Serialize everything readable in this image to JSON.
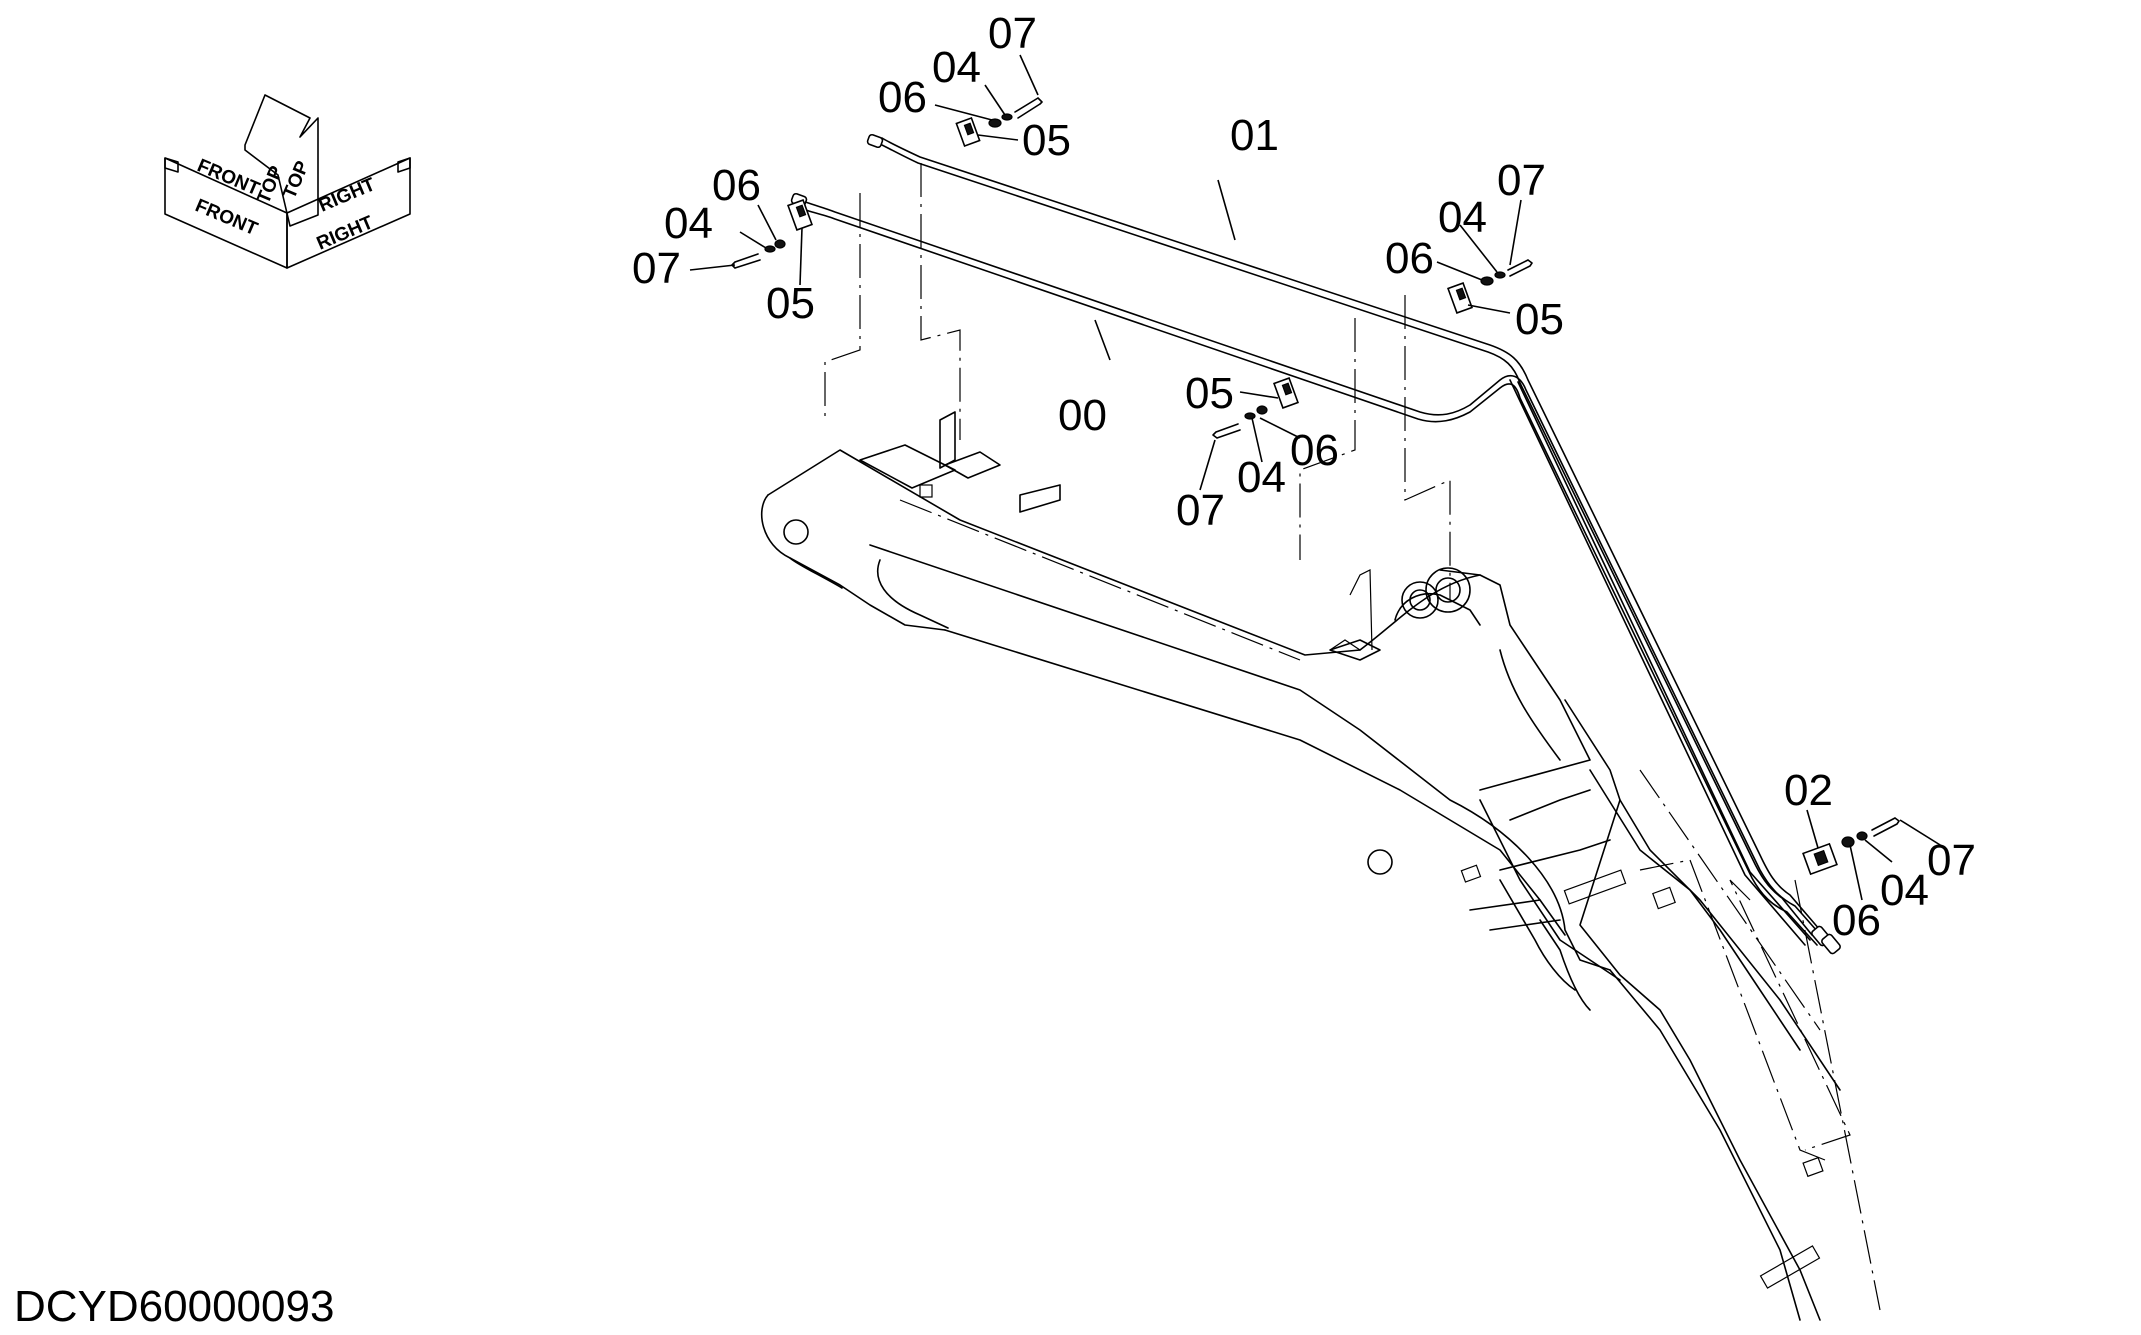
{
  "orientation": {
    "front": "FRONT",
    "top": "TOP",
    "right": "RIGHT"
  },
  "callouts": {
    "p00": "00",
    "p01": "01",
    "p02": "02",
    "p04": "04",
    "p05": "05",
    "p06": "06",
    "p07": "07"
  },
  "drawing_code": "DCYD60000093"
}
